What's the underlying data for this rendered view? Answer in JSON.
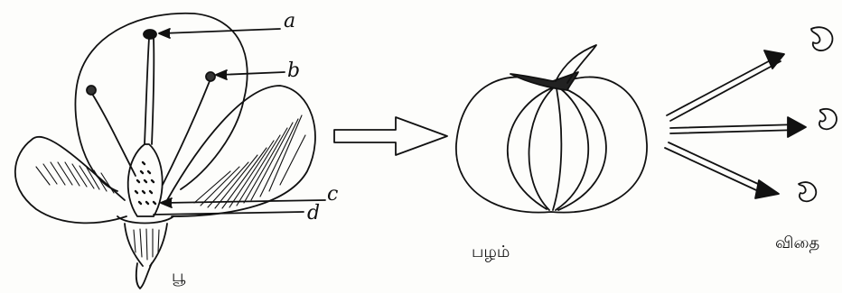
{
  "diagram": {
    "labels": {
      "a": "a",
      "b": "b",
      "c": "c",
      "d": "d"
    },
    "captions": {
      "flower": "பூ",
      "fruit": "பழம்",
      "seeds": "விதை"
    }
  }
}
